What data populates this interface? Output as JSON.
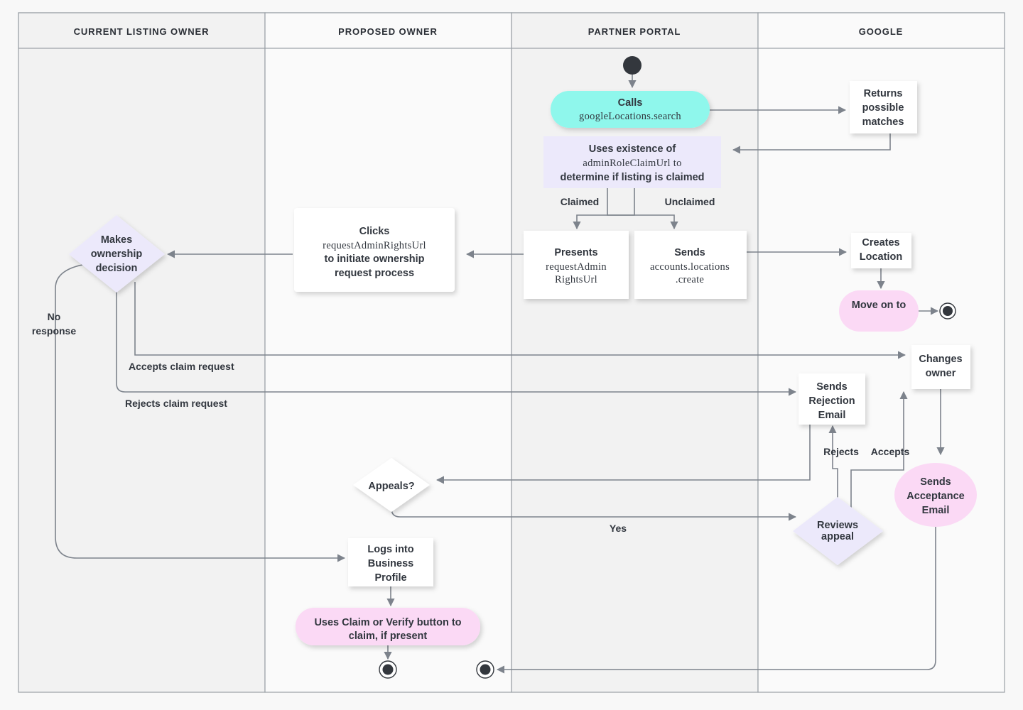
{
  "diagram": {
    "title": "Google Business Profile listing ownership transfer flow",
    "type": "swimlane-flowchart",
    "colors": {
      "page_background": "#f8f8f8",
      "lane_fill_odd": "#f2f2f2",
      "lane_fill_even": "#fafafa",
      "lane_border": "#9aa0a6",
      "node_white": "#ffffff",
      "node_purple": "#ece9fb",
      "node_pink": "#fbd9f5",
      "node_teal": "#8ff7ec",
      "edge": "#7d838c",
      "text": "#32373f"
    }
  },
  "lanes": [
    {
      "id": "lane-current-listing-owner",
      "label": "CURRENT LISTING OWNER"
    },
    {
      "id": "lane-proposed-owner",
      "label": "PROPOSED OWNER"
    },
    {
      "id": "lane-partner-portal",
      "label": "PARTNER PORTAL"
    },
    {
      "id": "lane-google",
      "label": "GOOGLE"
    }
  ],
  "nodes": {
    "start": {
      "name": "start-node",
      "shape": "filled-circle",
      "label": ""
    },
    "calls_search": {
      "name": "calls-google-locations-search",
      "shape": "rounded-pill",
      "color": "teal",
      "lines": [
        {
          "text": "Calls",
          "style": "bold"
        },
        {
          "text": "googleLocations.search",
          "style": "mono"
        }
      ]
    },
    "returns_matches": {
      "name": "returns-possible-matches",
      "shape": "rect",
      "color": "white",
      "lines": [
        {
          "text": "Returns",
          "style": "bold"
        },
        {
          "text": "possible",
          "style": "bold"
        },
        {
          "text": "matches",
          "style": "bold"
        }
      ]
    },
    "uses_existence": {
      "name": "uses-existence-of-admin-role-claim-url",
      "shape": "rect",
      "color": "purple",
      "lines": [
        {
          "text": "Uses existence of",
          "style": "bold"
        },
        {
          "text": "adminRoleClaimUrl to",
          "style": "mixed-mono-bold"
        },
        {
          "text": "determine if listing is claimed",
          "style": "bold"
        }
      ]
    },
    "presents_url": {
      "name": "presents-request-admin-rights-url",
      "shape": "rect",
      "color": "white",
      "lines": [
        {
          "text": "Presents",
          "style": "bold"
        },
        {
          "text": "requestAdmin",
          "style": "mono"
        },
        {
          "text": "RightsUrl",
          "style": "mono"
        }
      ]
    },
    "sends_create": {
      "name": "sends-accounts-locations-create",
      "shape": "rect",
      "color": "white",
      "lines": [
        {
          "text": "Sends",
          "style": "bold"
        },
        {
          "text": "accounts.locations",
          "style": "mono"
        },
        {
          "text": ".create",
          "style": "mono"
        }
      ]
    },
    "creates_location": {
      "name": "creates-location",
      "shape": "rect",
      "color": "white",
      "lines": [
        {
          "text": "Creates",
          "style": "bold"
        },
        {
          "text": "Location",
          "style": "bold"
        }
      ]
    },
    "move_on_to": {
      "name": "move-on-to",
      "shape": "rounded-pill",
      "color": "pink",
      "lines": [
        {
          "text": "Move on to",
          "style": "bold"
        }
      ]
    },
    "end_google": {
      "name": "end-node-google",
      "shape": "end-circle",
      "label": ""
    },
    "clicks_url": {
      "name": "clicks-request-admin-rights-url",
      "shape": "rect",
      "color": "white",
      "lines": [
        {
          "text": "Clicks",
          "style": "bold"
        },
        {
          "text": "requestAdminRightsUrl",
          "style": "mono"
        },
        {
          "text": "to initiate ownership",
          "style": "bold"
        },
        {
          "text": "request process",
          "style": "bold"
        }
      ]
    },
    "makes_decision": {
      "name": "makes-ownership-decision",
      "shape": "diamond",
      "color": "purple",
      "lines": [
        {
          "text": "Makes",
          "style": "bold"
        },
        {
          "text": "ownership",
          "style": "bold"
        },
        {
          "text": "decision",
          "style": "bold"
        }
      ]
    },
    "changes_owner": {
      "name": "changes-owner",
      "shape": "rect",
      "color": "white",
      "lines": [
        {
          "text": "Changes",
          "style": "bold"
        },
        {
          "text": "owner",
          "style": "bold"
        }
      ]
    },
    "sends_rejection": {
      "name": "sends-rejection-email",
      "shape": "rect",
      "color": "white",
      "lines": [
        {
          "text": "Sends",
          "style": "bold"
        },
        {
          "text": "Rejection",
          "style": "bold"
        },
        {
          "text": "Email",
          "style": "bold"
        }
      ]
    },
    "sends_acceptance": {
      "name": "sends-acceptance-email",
      "shape": "ellipse",
      "color": "pink",
      "lines": [
        {
          "text": "Sends",
          "style": "bold"
        },
        {
          "text": "Acceptance",
          "style": "bold"
        },
        {
          "text": "Email",
          "style": "bold"
        }
      ]
    },
    "appeals": {
      "name": "appeals-decision",
      "shape": "diamond",
      "color": "white",
      "lines": [
        {
          "text": "Appeals?",
          "style": "bold"
        }
      ]
    },
    "reviews_appeal": {
      "name": "reviews-appeal",
      "shape": "diamond",
      "color": "purple",
      "lines": [
        {
          "text": "Reviews",
          "style": "bold"
        },
        {
          "text": "appeal",
          "style": "bold"
        }
      ]
    },
    "logs_into": {
      "name": "logs-into-business-profile",
      "shape": "rect",
      "color": "white",
      "lines": [
        {
          "text": "Logs into",
          "style": "bold"
        },
        {
          "text": "Business",
          "style": "bold"
        },
        {
          "text": "Profile",
          "style": "bold"
        }
      ]
    },
    "uses_claim": {
      "name": "uses-claim-or-verify-button",
      "shape": "rounded-pill",
      "color": "pink",
      "lines": [
        {
          "text": "Uses Claim or Verify button to",
          "style": "bold"
        },
        {
          "text": "claim, if present",
          "style": "bold"
        }
      ]
    },
    "end_proposed": {
      "name": "end-node-proposed-owner",
      "shape": "end-circle",
      "label": ""
    },
    "end_partner": {
      "name": "end-node-partner-portal",
      "shape": "end-circle",
      "label": ""
    }
  },
  "edge_labels": {
    "claimed": "Claimed",
    "unclaimed": "Unclaimed",
    "no_response_line1": "No",
    "no_response_line2": "response",
    "accepts_claim_request": "Accepts claim request",
    "rejects_claim_request": "Rejects claim request",
    "rejects": "Rejects",
    "accepts": "Accepts",
    "yes": "Yes"
  }
}
